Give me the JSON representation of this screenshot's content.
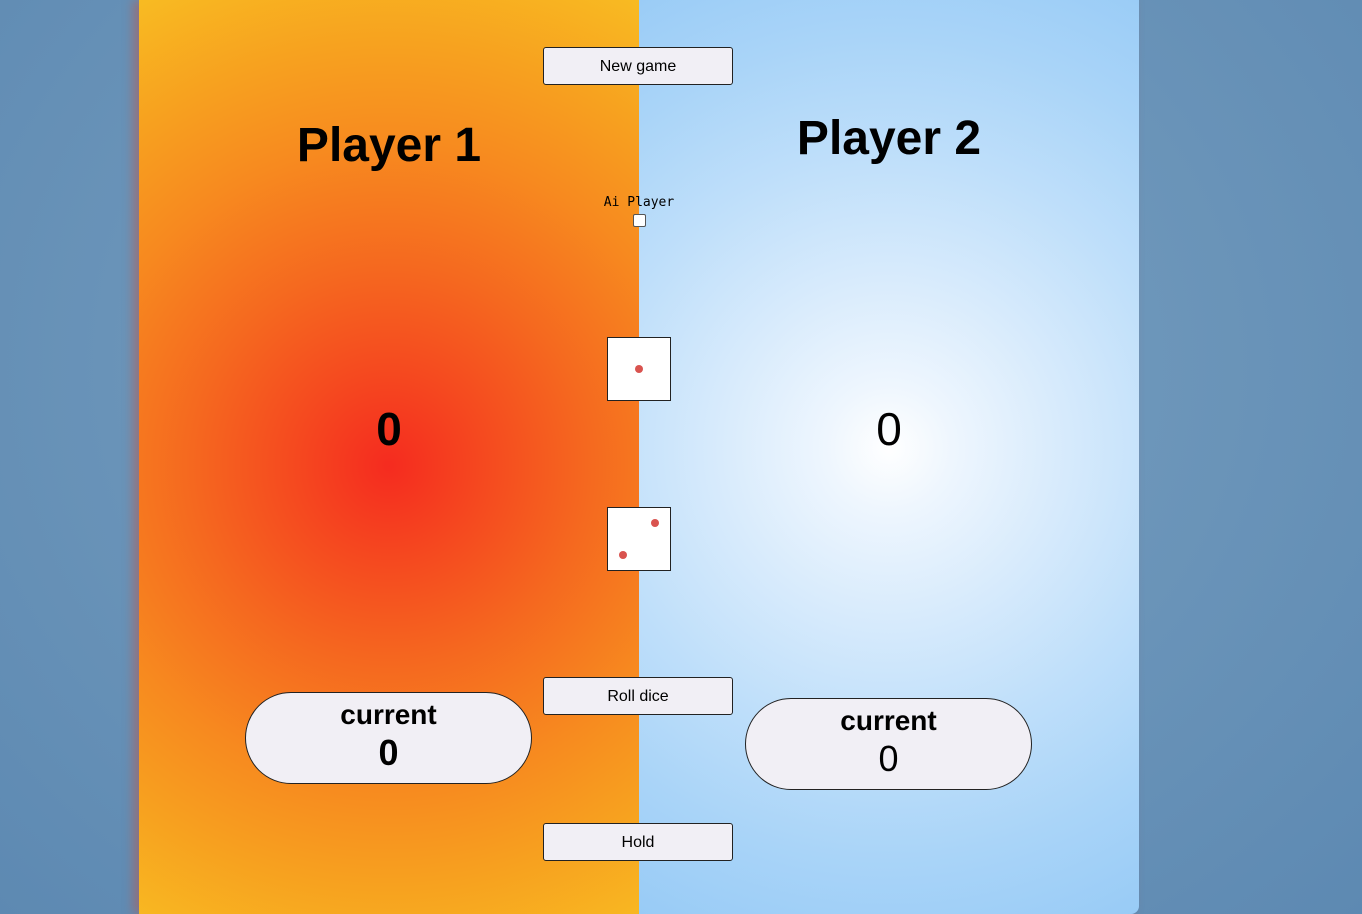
{
  "player1": {
    "name": "Player 1",
    "score": "0",
    "current_label": "current",
    "current_value": "0",
    "background_colors": [
      "#f52b1f",
      "#f8bb22"
    ]
  },
  "player2": {
    "name": "Player 2",
    "score": "0",
    "current_label": "current",
    "current_value": "0",
    "background_colors": [
      "#ffffff",
      "#98cbf6"
    ]
  },
  "controls": {
    "new_game_label": "New game",
    "roll_dice_label": "Roll dice",
    "hold_label": "Hold",
    "ai_player_label": "Ai Player",
    "ai_player_checked": false
  },
  "dice": [
    {
      "value": 1,
      "pip_color": "#d9534f"
    },
    {
      "value": 2,
      "pip_color": "#d9534f"
    }
  ]
}
